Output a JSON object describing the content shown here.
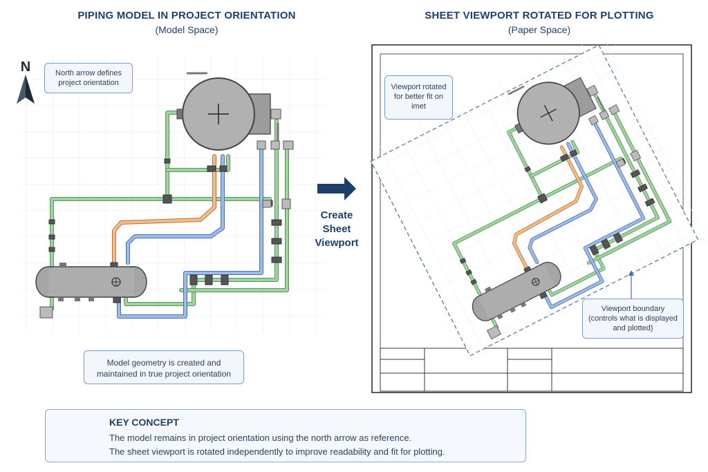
{
  "left_panel": {
    "title": "PIPING MODEL IN PROJECT ORIENTATION",
    "subtitle": "(Model Space)",
    "north_letter": "N",
    "north_callout": "North arrow defines project orientation",
    "model_callout": "Model geometry is created and maintained in true project orientation"
  },
  "transition": {
    "label": "Create Sheet Viewport"
  },
  "right_panel": {
    "title": "SHEET VIEWPORT ROTATED FOR PLOTTING",
    "subtitle": "(Paper Space)",
    "rotated_callout": "Viewport rotated for better fit on imet",
    "boundary_callout": "Viewport boundary (controls what is displayed and plotted)"
  },
  "key_concept": {
    "title": "KEY CONCEPT",
    "line1": "The model remains in project orientation using the north arrow as reference.",
    "line2": "The sheet viewport is rotated independently to improve readability and fit for plotting.",
    "icon": "lightbulb-icon"
  },
  "colors": {
    "title_blue": "#1f3f6b",
    "green_pipe": "#6bbf6b",
    "orange_pipe": "#e2a063",
    "blue_pipe": "#6f96d6",
    "vessel_gray": "#a7a7a7",
    "grid": "#e4e8ee",
    "dashed_boundary": "#3f6fb3"
  }
}
